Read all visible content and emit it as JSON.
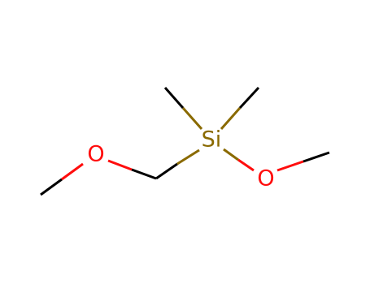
{
  "molecule": {
    "atoms": [
      {
        "id": "O1",
        "element": "O",
        "label": "O"
      },
      {
        "id": "Si",
        "element": "Si",
        "label": "Si"
      },
      {
        "id": "O2",
        "element": "O",
        "label": "O"
      }
    ],
    "colors": {
      "carbon_bond": "#000000",
      "oxygen": "#ff0d0d",
      "silicon": "#8a6a00"
    }
  }
}
